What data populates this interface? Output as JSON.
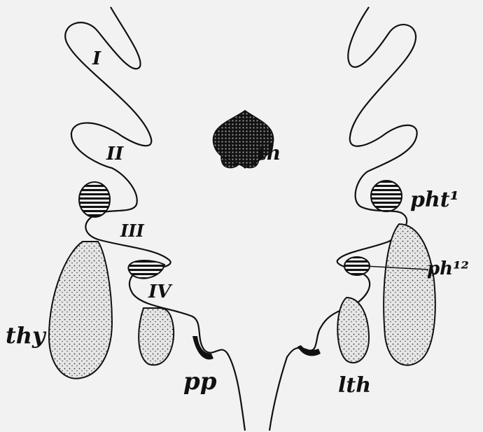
{
  "labels": {
    "arch_1": "I",
    "arch_2": "II",
    "arch_3": "III",
    "arch_4": "IV",
    "thyroid_median": "th",
    "thymus": "thy",
    "parathyroid_1": "pht¹",
    "parathyroid_2": "ph¹²",
    "postbranchial": "pp",
    "lateral_thyroid": "lth"
  },
  "colors": {
    "background": "#f2f2f2",
    "ink": "#111111",
    "stipple_fill": "#e4e4e4"
  }
}
